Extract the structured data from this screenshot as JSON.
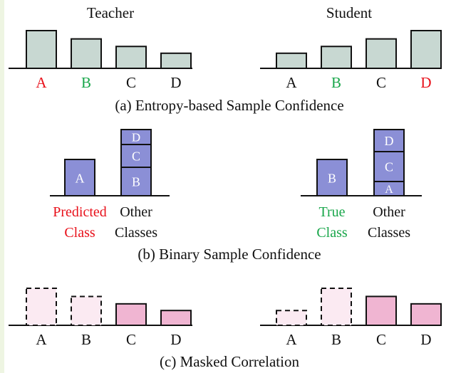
{
  "colors": {
    "red": "#e8101a",
    "green": "#18a64a",
    "black": "#111111",
    "gray_fill": "#c8d8d2",
    "blue_fill": "#8b8fd6",
    "pink_fill": "#f0b5d2",
    "pink_light": "#fbeaf2"
  },
  "panel_a": {
    "caption": "(a) Entropy-based Sample Confidence",
    "teacher": {
      "title": "Teacher",
      "bars": [
        {
          "label": "A",
          "value": 1.0,
          "label_color": "red"
        },
        {
          "label": "B",
          "value": 0.78,
          "label_color": "green"
        },
        {
          "label": "C",
          "value": 0.58,
          "label_color": "black"
        },
        {
          "label": "D",
          "value": 0.4,
          "label_color": "black"
        }
      ]
    },
    "student": {
      "title": "Student",
      "bars": [
        {
          "label": "A",
          "value": 0.4,
          "label_color": "black"
        },
        {
          "label": "B",
          "value": 0.58,
          "label_color": "green"
        },
        {
          "label": "C",
          "value": 0.78,
          "label_color": "black"
        },
        {
          "label": "D",
          "value": 1.0,
          "label_color": "red"
        }
      ]
    }
  },
  "panel_b": {
    "caption": "(b) Binary Sample Confidence",
    "teacher": {
      "single": {
        "letter": "A",
        "label_line1": "Predicted",
        "label_line2": "Class",
        "label_color": "red"
      },
      "stack": {
        "segments": [
          "B",
          "C",
          "D"
        ],
        "label_line1": "Other",
        "label_line2": "Classes"
      }
    },
    "student": {
      "single": {
        "letter": "B",
        "label_line1": "True",
        "label_line2": "Class",
        "label_color": "green"
      },
      "stack": {
        "segments": [
          "A",
          "C",
          "D"
        ],
        "label_line1": "Other",
        "label_line2": "Classes"
      }
    }
  },
  "panel_c": {
    "caption": "(c) Masked Correlation",
    "teacher": {
      "bars": [
        {
          "label": "A",
          "value": 1.0,
          "masked": true
        },
        {
          "label": "B",
          "value": 0.78,
          "masked": true
        },
        {
          "label": "C",
          "value": 0.58,
          "masked": false
        },
        {
          "label": "D",
          "value": 0.4,
          "masked": false
        }
      ]
    },
    "student": {
      "bars": [
        {
          "label": "A",
          "value": 0.4,
          "masked": true
        },
        {
          "label": "B",
          "value": 1.0,
          "masked": true
        },
        {
          "label": "C",
          "value": 0.78,
          "masked": false
        },
        {
          "label": "D",
          "value": 0.58,
          "masked": false
        }
      ]
    }
  }
}
